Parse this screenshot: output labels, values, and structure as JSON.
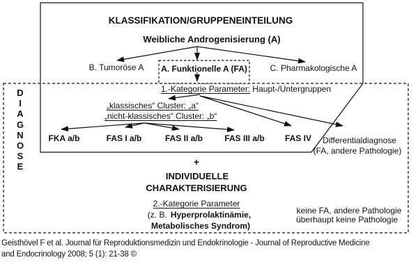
{
  "colors": {
    "ink": "#111111",
    "background": "#ffffff"
  },
  "diagram": {
    "title": "KLASSIFIKATION/GRUPPENEINTEILUNG",
    "subtitle": "Weibliche Androgenisierung (A)",
    "branch": {
      "tumoros": "B. Tumoröse A",
      "funktionell": "A. Funktionelle A (FA)",
      "pharmakologisch": "C. Pharmakologische A"
    },
    "kategorie1": {
      "underlined": "1.-Kategorie Parameter:",
      "rest": " Haupt-/Untergruppen"
    },
    "cluster_klassisch": "„klassisches“ Cluster: „a“",
    "cluster_nicht_klassisch": "„nicht-klassisches“ Cluster: „b“",
    "groups": [
      "FKA a/b",
      "FAS I a/b",
      "FAS II a/b",
      "FAS III a/b",
      "FAS IV"
    ],
    "differential": {
      "line1": "Differentialdiagnose",
      "line2": "(FA, andere Pathologie)"
    },
    "plus": "+",
    "individuelle": {
      "line1": "INDIVIDUELLE",
      "line2": "CHARAKTERISIERUNG"
    },
    "kategorie2": "2.-Kategorie Parameter",
    "beispiele": {
      "prefix": "(z. B.",
      "bold_line1": "Hyperprolaktinämie,",
      "bold_line2": "Metabolisches Syndrom)"
    },
    "note": {
      "line1": "keine FA, andere Pathologie",
      "line2": "überhaupt keine Pathologie"
    },
    "diagnose_letters": [
      "D",
      "I",
      "A",
      "G",
      "N",
      "O",
      "S",
      "E"
    ],
    "citation": {
      "line1": "Geisthövel F et al. Journal für Reproduktionsmedizin und Endokrinologie - Journal of Reproductive Medicine",
      "line2": "and Endocrinology 2008; 5 (1): 21-38 ©"
    }
  }
}
